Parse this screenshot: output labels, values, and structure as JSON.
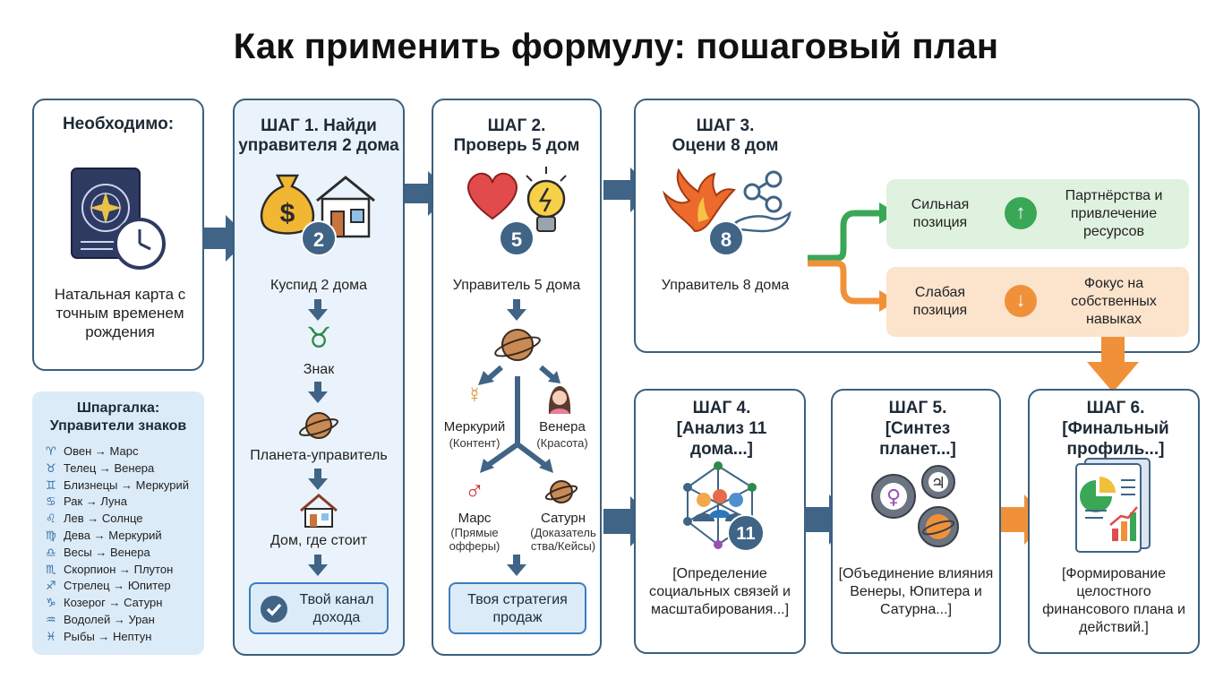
{
  "title": "Как применить формулу: пошаговый план",
  "need": {
    "heading": "Необходимо:",
    "text": "Натальная карта с точным временем рождения"
  },
  "cheatsheet": {
    "heading_line1": "Шпаргалка:",
    "heading_line2": "Управители знаков",
    "items": [
      {
        "glyph": "♈",
        "text": "Овен → Марс"
      },
      {
        "glyph": "♉",
        "text": "Телец → Венера"
      },
      {
        "glyph": "♊",
        "text": "Близнецы → Меркурий"
      },
      {
        "glyph": "♋",
        "text": "Рак → Луна"
      },
      {
        "glyph": "♌",
        "text": "Лев → Солнце"
      },
      {
        "glyph": "♍",
        "text": "Дева → Меркурий"
      },
      {
        "glyph": "♎",
        "text": "Весы → Венера"
      },
      {
        "glyph": "♏",
        "text": "Скорпион → Плутон"
      },
      {
        "glyph": "♐",
        "text": "Стрелец → Юпитер"
      },
      {
        "glyph": "♑",
        "text": "Козерог → Сатурн"
      },
      {
        "glyph": "♒",
        "text": "Водолей → Уран"
      },
      {
        "glyph": "♓",
        "text": "Рыбы → Нептун"
      }
    ]
  },
  "step1": {
    "title_line1": "ШАГ 1. Найди",
    "title_line2": "управителя 2 дома",
    "badge": "2",
    "flow": [
      "Куспид 2 дома",
      "Знак",
      "Планета-управитель",
      "Дом, где стоит"
    ],
    "result": "Твой канал дохода"
  },
  "step2": {
    "title_line1": "ШАГ 2.",
    "title_line2": "Проверь 5 дом",
    "badge": "5",
    "ruler": "Управитель 5 дома",
    "mercury": "Меркурий",
    "mercury_sub": "(Контент)",
    "venus": "Венера",
    "venus_sub": "(Красота)",
    "mars": "Марс",
    "mars_sub": "(Прямые офферы)",
    "saturn": "Сатурн",
    "saturn_sub": "(Доказатель ства/Кейсы)",
    "result": "Твоя стратегия продаж"
  },
  "step3": {
    "title_line1": "ШАГ 3.",
    "title_line2": "Оцени 8 дом",
    "badge": "8",
    "ruler": "Управитель 8 дома",
    "strong_label": "Сильная позиция",
    "strong_result": "Партнёрства и привлечение ресурсов",
    "weak_label": "Слабая позиция",
    "weak_result": "Фокус на собственных навыках"
  },
  "step4": {
    "title": "ШАГ 4. [Анализ 11 дома...]",
    "badge": "11",
    "text": "[Определение социальных связей и масштабирования...]"
  },
  "step5": {
    "title": "ШАГ 5. [Синтез планет...]",
    "text": "[Объединение влияния Венеры, Юпитера и Сатурна...]"
  },
  "step6": {
    "title": "ШАГ 6. [Финальный профиль...]",
    "text": "[Формирование целостного финансового плана и действий.]"
  },
  "colors": {
    "primary": "#3f6486",
    "border": "#3b5f7d",
    "green": "#3aa757",
    "orange": "#f0913a",
    "light_blue": "#eaf3fb"
  }
}
